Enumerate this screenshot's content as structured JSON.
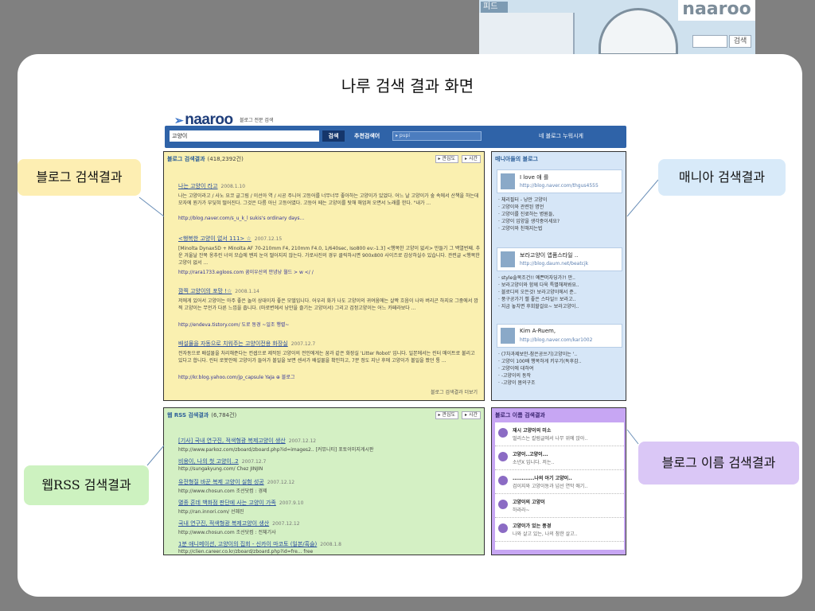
{
  "banner": {
    "tab_label": "피드",
    "logo": "naaroo",
    "search_button": "검색"
  },
  "slide": {
    "title": "나루 검색 결과 화면"
  },
  "naaroo": {
    "logo": "naaroo",
    "tagline": "블로그 전문 검색",
    "query": "고양이",
    "search_button": "검색",
    "recommend_label": "추천검색어",
    "recommend_value": "▸ pupi",
    "deco_text": "네 블로그 누워시게"
  },
  "blog_results": {
    "header": "블로그 검색결과",
    "count": "(418,2392건)",
    "sort_button": "▸ 관심도",
    "date_button": "▸ 시간",
    "more": "블로그 검색결과 더보기",
    "entries": [
      {
        "title": "나는 고양이 라고",
        "date": "2008.1.10",
        "snippet": "나는 고양이라고 / 사노 요코 글그림 / 이선아 역 / 시공 주니어 고등어를 너무너무 좋아하는 고양이가 있었다. 어느 날 고양이가 숲 속에서 산책을 하는데 모자에 뭔가가 부딪혀 떨어진다. 그것은 다름 아닌 고등어였다. 고등어 떼는 고양이를 탓해 해엄쳐 오면서 노래를 한다. \"내가 ...",
        "url": "http://blog.naver.com/s_u_k_l    sukis's ordinary days..."
      },
      {
        "title": "<행복한 고양이 없서 111> ☆",
        "date": "2007.12.15",
        "snippet": "[Minolta Dynax5D + Minolta AF 70-210mm F4, 210mm F4.0, 1/640sec, Iso800 ev:-1.3] <행복한 고양이 없서> 만들기 그 백열번째. 추운 겨울날 잔목 옹추린 너의 모습에 왠지 눈이 떨어지지 않는다. 가로사진의 경우 클릭하시면 900x800 사이즈로 감상하실수 있습니다. 관련글 <행복한 고양이 없서 ...",
        "url": "http://rara1733.egloos.com    꿈이우산의 안녕낭 월드 > w </ /"
      },
      {
        "title": "깜찍 고양이의 포망 !☆",
        "date": "2008.1.14",
        "snippet": "저에게 있어서 고양이는 아주 좋은 놀이 상대이자 좋은 모델입니다. 어우리 화가 나도 고양이의 귀여움에는 살짝 흐음이 나와 버리곤 하지요 그중에서 깜찍 고양이는 무언가 다른 느낌을 줍니다. (마로변에서 낭만을 즐기는 고양이서) 그리고 검정고양이는 어느 카페라보다 ...",
        "url": "http://endeva.tistory.com/    도로 동경 ~일조 행렬~"
      },
      {
        "title": "배설물을 자동으로 치워주는 고양이전용 화장실",
        "date": "2007.12.7",
        "snippet": "전자동으로 배설물을 처리해준다는 컨셉으로 제작된 고양이의 전인에게는 꿈과 같은 화장실 'Litter Robot' 입니다. 일본에서는 린터 매이트로 불리고 있다고 합니다. 린터 로봇안에 고양이가 들어가 볼일을 보면 센서가 배설물을 확인하고, 7분 정도 지난 후에 고양이가 볼일을 봤던 통 ...",
        "url": "http://kr.blog.yahoo.com/jp_capsule    YaJa ⊕ 블로그"
      }
    ]
  },
  "mania_results": {
    "header": "매니아들의 블로그",
    "cards": [
      {
        "name": "I love 애 를",
        "url": "http://blog.naver.com/thgus4555",
        "items": [
          "· 체리필터 - 낭만 고양이",
          "· 고양이와 관련된 명언",
          "· 고양이를 진료하는 병원들,",
          "· 고양이 입양을 생각중이세요?",
          "· 고양이와 친해지는법"
        ]
      },
      {
        "name": "보라고양이 앱품스타일 ..",
        "url": "http://blog.daum.net/beatcjk",
        "items": [
          "· style솔목조건!! 예쁜머자딩가?! 만..",
          "· 보라고양이와 함께 다욱 특별해져봐요..",
          "· 블로디의 오든것! 보라고양이에서 준..",
          "· 풍구공가기 첼 좋은 스타일!! 보라고..",
          "· 지금 놓치면 후회할걸요~ 보라고양이.."
        ]
      },
      {
        "name": "Kim A-Ruem,",
        "url": "http://blog.naver.com/kar1002",
        "items": [
          "· (7차과제보안-참은공쓰기)고양이는 '..",
          "· 고양이 100배 행복하게 키우기(독후감..",
          "· 고양이에 대하여",
          "· -고양이의 동작",
          "· -고양이 몸의구조"
        ]
      }
    ]
  },
  "rss_results": {
    "header": "웹 RSS 검색결과",
    "count": "(6,784건)",
    "sort_button": "▸ 관심도",
    "date_button": "▸ 시간",
    "entries": [
      {
        "title": "[기사] 국내 연구진, 적색형광 복제고양이 생산",
        "date": "2007.12.12",
        "url": "http://www.parkoz.com/zboard/zboard.php?id=images2..    [커뮤니티] 포토이미지게시판"
      },
      {
        "title": "비용이, 나의 첫 고양이..2",
        "date": "2007.12.7",
        "url": "http://sungakyung.com/    Chez JINJIN"
      },
      {
        "title": "유전형질 바꾼 복제 고양이 실험 성공",
        "date": "2007.12.12",
        "url": "http://www.chosun.com    조선닷컴 : 경제"
      },
      {
        "title": "멸종 혼데 백화점 판단에 사는 고양이 가족",
        "date": "2007.9.10",
        "url": "http://ran.innori.com/    선혜진"
      },
      {
        "title": "국내 연구진, 적색형광 복제고양이 생산",
        "date": "2007.12.12",
        "url": "http://www.chosun.com    조선닷컴 : 전체기사"
      },
      {
        "title": "1분 애니메이션, 고양이의 집회 - 신카이 마코토 (일본/혹슬)",
        "date": "2008.1.8",
        "url": "http://clien.career.co.kr/zboard/zboard.php?id=fre...    free"
      }
    ]
  },
  "blogname_results": {
    "header": "블로그 이름 검색결과",
    "items": [
      {
        "name": "재시 고양이의 미소",
        "desc": "멀리스는 칼럼글에서 나무 위에 앉아.."
      },
      {
        "name": "고양이..고양이...",
        "desc": "소년X 입니다. 저는.."
      },
      {
        "name": "............나의 아기 고양이..",
        "desc": "검이지와 고양이동과 넘선 연막 애기.."
      },
      {
        "name": "고양이의 고양이",
        "desc": "하라라~"
      },
      {
        "name": "고양이가 있는 풍경",
        "desc": "나와 살고 있는, 나의 참한 살고.."
      }
    ]
  },
  "callouts": {
    "blog": "블로그 검색결과",
    "mania": "매니아 검색결과",
    "rss": "웹RSS 검색결과",
    "blogname": "블로그 이름 검색결과"
  },
  "colors": {
    "blog_panel": "#faf0b0",
    "mania_panel": "#d6e6f7",
    "rss_panel": "#d4f0c4",
    "blogname_panel": "#c7a6f3",
    "search_bar": "#2f63a8"
  }
}
